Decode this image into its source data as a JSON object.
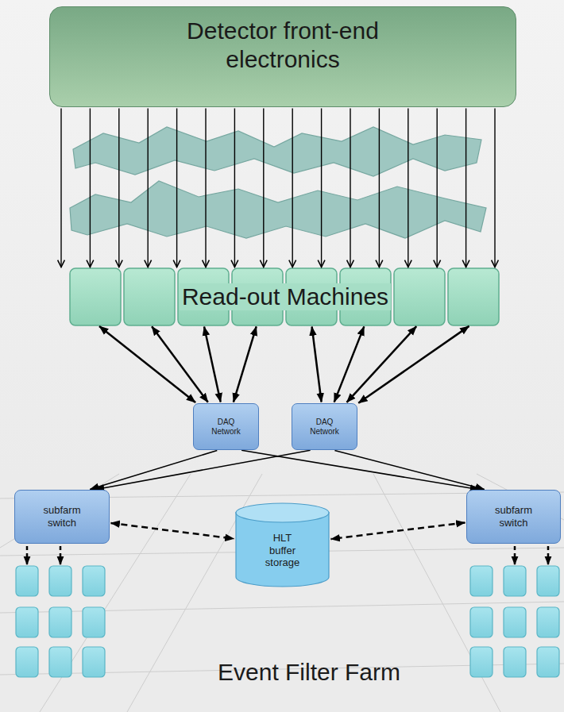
{
  "diagram": {
    "nodes": [
      {
        "text": [
          "Detector front-end electronics"
        ]
      },
      {
        "text": [
          "Read-out Machines"
        ]
      },
      {
        "text": [
          "DAQ Network"
        ]
      },
      {
        "text": [
          "DAQ Network"
        ]
      },
      {
        "text": [
          "subfarm switch"
        ]
      },
      {
        "text": [
          "HLT buffer storage"
        ]
      },
      {
        "text": [
          "subfarm switch"
        ]
      }
    ],
    "edges": [
      {
        "from": 0,
        "to": 1,
        "arrow": "to"
      },
      {
        "from": 0,
        "to": 1,
        "arrow": "to"
      },
      {
        "from": 0,
        "to": 1,
        "arrow": "to"
      },
      {
        "from": 0,
        "to": 1,
        "arrow": "to"
      },
      {
        "from": 0,
        "to": 1,
        "arrow": "to"
      },
      {
        "from": 0,
        "to": 1,
        "arrow": "to"
      },
      {
        "from": 0,
        "to": 1,
        "arrow": "to"
      },
      {
        "from": 0,
        "to": 1,
        "arrow": "to"
      },
      {
        "from": 0,
        "to": 1,
        "arrow": "to"
      },
      {
        "from": 0,
        "to": 1,
        "arrow": "to"
      },
      {
        "from": 0,
        "to": 1,
        "arrow": "to"
      },
      {
        "from": 0,
        "to": 1,
        "arrow": "to"
      },
      {
        "from": 0,
        "to": 1,
        "arrow": "to"
      },
      {
        "from": 0,
        "to": 1,
        "arrow": "to"
      },
      {
        "from": 0,
        "to": 1,
        "arrow": "to"
      },
      {
        "from": 0,
        "to": 1,
        "arrow": "to"
      },
      {
        "from": 1,
        "to": 2,
        "arrow": "both"
      },
      {
        "from": 1,
        "to": 2,
        "arrow": "both"
      },
      {
        "from": 1,
        "to": 2,
        "arrow": "both"
      },
      {
        "from": 1,
        "to": 2,
        "arrow": "both"
      },
      {
        "from": 1,
        "to": 3,
        "arrow": "both"
      },
      {
        "from": 1,
        "to": 3,
        "arrow": "both"
      },
      {
        "from": 1,
        "to": 3,
        "arrow": "both"
      },
      {
        "from": 1,
        "to": 3,
        "arrow": "both"
      },
      {
        "from": 2,
        "to": 4,
        "arrow": "to"
      },
      {
        "from": 2,
        "to": 6,
        "arrow": "to"
      },
      {
        "from": 3,
        "to": 4,
        "arrow": "to"
      },
      {
        "from": 3,
        "to": 6,
        "arrow": "to"
      },
      {
        "from": 4,
        "to": 5,
        "arrow": "both"
      },
      {
        "from": 6,
        "to": 5,
        "arrow": "both"
      }
    ],
    "labels": [
      "Event Filter Farm"
    ]
  }
}
